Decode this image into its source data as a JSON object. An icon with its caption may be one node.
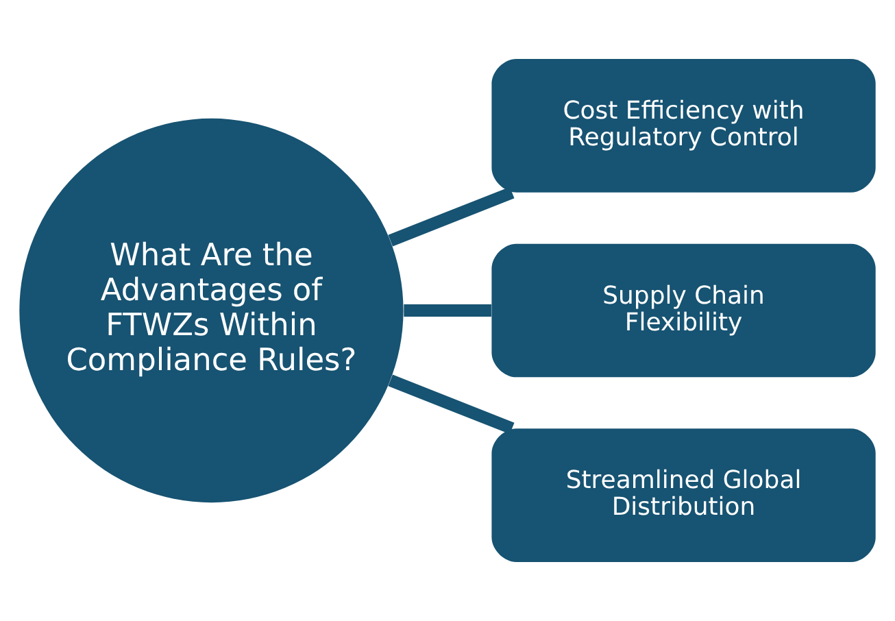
{
  "diagram": {
    "nodes": [
      {
        "text": [
          "What Are the Advantages of FTWZs Within Compliance Rules?"
        ]
      },
      {
        "text": [
          "Cost Efficiency with Regulatory Control"
        ]
      },
      {
        "text": [
          "Supply Chain Flexibility"
        ]
      },
      {
        "text": [
          "Streamlined Global Distribution"
        ]
      }
    ],
    "edges": [
      {
        "from": 0,
        "to": 1,
        "arrow": "none"
      },
      {
        "from": 0,
        "to": 2,
        "arrow": "none"
      },
      {
        "from": 0,
        "to": 3,
        "arrow": "none"
      }
    ]
  }
}
